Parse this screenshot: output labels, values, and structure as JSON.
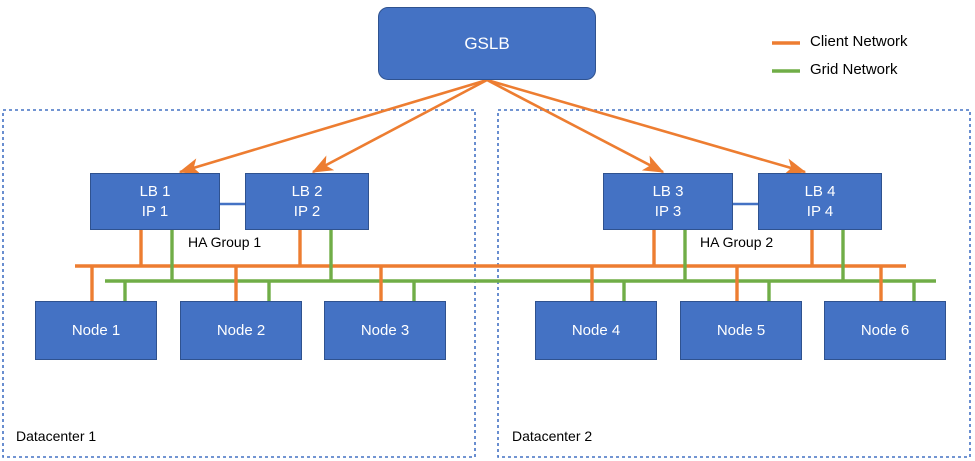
{
  "diagram": {
    "title_box": {
      "label": "GSLB"
    },
    "legend": {
      "items": [
        {
          "label": "Client Network",
          "color": "#ED7D31",
          "icon": "line-swatch-icon"
        },
        {
          "label": "Grid Network",
          "color": "#70AD47",
          "icon": "line-swatch-icon"
        }
      ]
    },
    "datacenters": [
      {
        "label": "Datacenter 1",
        "ha_group_label": "HA Group 1",
        "load_balancers": [
          {
            "name": "LB 1",
            "ip": "IP 1"
          },
          {
            "name": "LB 2",
            "ip": "IP 2"
          }
        ],
        "nodes": [
          {
            "label": "Node 1"
          },
          {
            "label": "Node 2"
          },
          {
            "label": "Node 3"
          }
        ]
      },
      {
        "label": "Datacenter 2",
        "ha_group_label": "HA Group 2",
        "load_balancers": [
          {
            "name": "LB 3",
            "ip": "IP 3"
          },
          {
            "name": "LB 4",
            "ip": "IP 4"
          }
        ],
        "nodes": [
          {
            "label": "Node 4"
          },
          {
            "label": "Node 5"
          },
          {
            "label": "Node 6"
          }
        ]
      }
    ],
    "colors": {
      "box_fill": "#4472C4",
      "box_stroke": "#2F528F",
      "client_network": "#ED7D31",
      "grid_network": "#70AD47",
      "ha_link": "#4472C4",
      "datacenter_border": "#4472C4",
      "text_on_box": "#FFFFFF",
      "text_plain": "#000000"
    }
  }
}
